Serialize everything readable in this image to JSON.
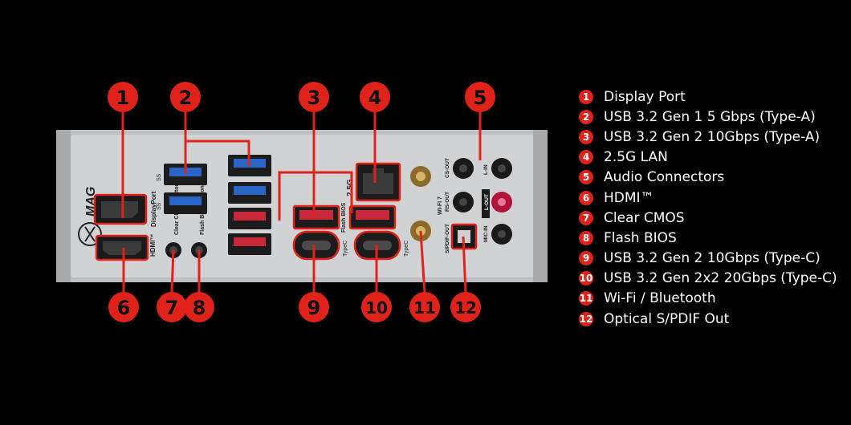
{
  "colors": {
    "background": "#000000",
    "callout": "#e0231a",
    "panel": "#c9c9cb"
  },
  "callouts": [
    "1",
    "2",
    "3",
    "4",
    "5",
    "6",
    "7",
    "8",
    "9",
    "10",
    "11",
    "12"
  ],
  "legend": [
    {
      "num": "1",
      "label": "Display Port"
    },
    {
      "num": "2",
      "label": "USB 3.2 Gen 1 5 Gbps (Type-A)"
    },
    {
      "num": "3",
      "label": "USB 3.2 Gen 2 10Gbps (Type-A)"
    },
    {
      "num": "4",
      "label": "2.5G LAN"
    },
    {
      "num": "5",
      "label": "Audio Connectors"
    },
    {
      "num": "6",
      "label": "HDMI™"
    },
    {
      "num": "7",
      "label": "Clear CMOS"
    },
    {
      "num": "8",
      "label": "Flash BIOS"
    },
    {
      "num": "9",
      "label": "USB 3.2 Gen 2 10Gbps (Type-C)"
    },
    {
      "num": "10",
      "label": "USB 3.2 Gen 2x2 20Gbps (Type-C)"
    },
    {
      "num": "11",
      "label": "Wi-Fi / Bluetooth"
    },
    {
      "num": "12",
      "label": "Optical S/PDIF Out"
    }
  ],
  "panel_labels": {
    "brand": "MAG",
    "displayport": "DisplayPort",
    "hdmi": "HDMI™",
    "clear_cmos": "Clear CMOS Button",
    "flash_bios": "Flash BIOS Button",
    "ss": "SS",
    "lan_speed": "2.5G",
    "flash_bios_short": "Flash BIOS",
    "typec": "TypeC",
    "wifi": "WI-FI 7",
    "cs_out": "CS-OUT",
    "rs_out": "RS-OUT",
    "spdif": "S/PDIF-OUT",
    "line_in": "L-IN",
    "line_out": "L-OUT",
    "mic_in": "MIC-IN"
  },
  "icons": [
    "usb-icon",
    "headphone-icon",
    "microphone-icon"
  ]
}
